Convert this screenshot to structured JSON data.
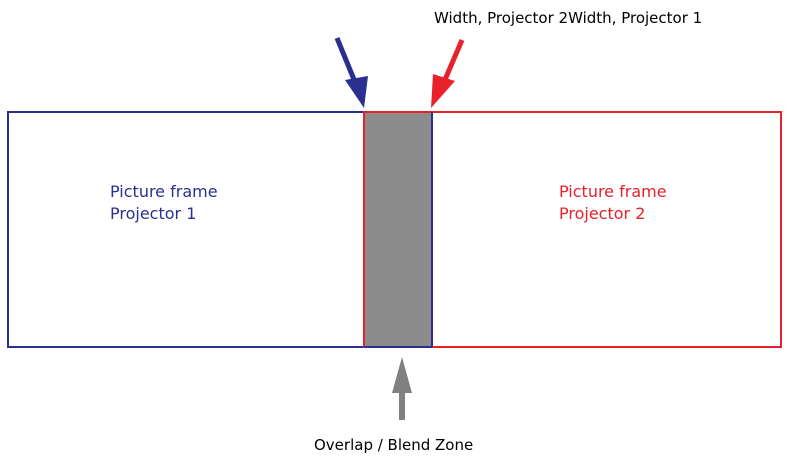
{
  "labels": {
    "top": "Width, Projector 2Width, Projector 1",
    "bottom": "Overlap / Blend Zone"
  },
  "frames": [
    {
      "line1": "Picture frame",
      "line2": "Projector 1",
      "color": "#2b2f8f"
    },
    {
      "line1": "Picture frame",
      "line2": "Projector 2",
      "color": "#e8212b"
    }
  ],
  "colors": {
    "projector1": "#2b2f8f",
    "projector2": "#e8212b",
    "blend_zone": "#8c8c8c",
    "bottom_arrow": "#808080"
  },
  "icons": {
    "projector1_edge": "arrow-down-right-icon",
    "projector2_edge": "arrow-down-left-icon",
    "blend_zone": "arrow-up-icon"
  }
}
